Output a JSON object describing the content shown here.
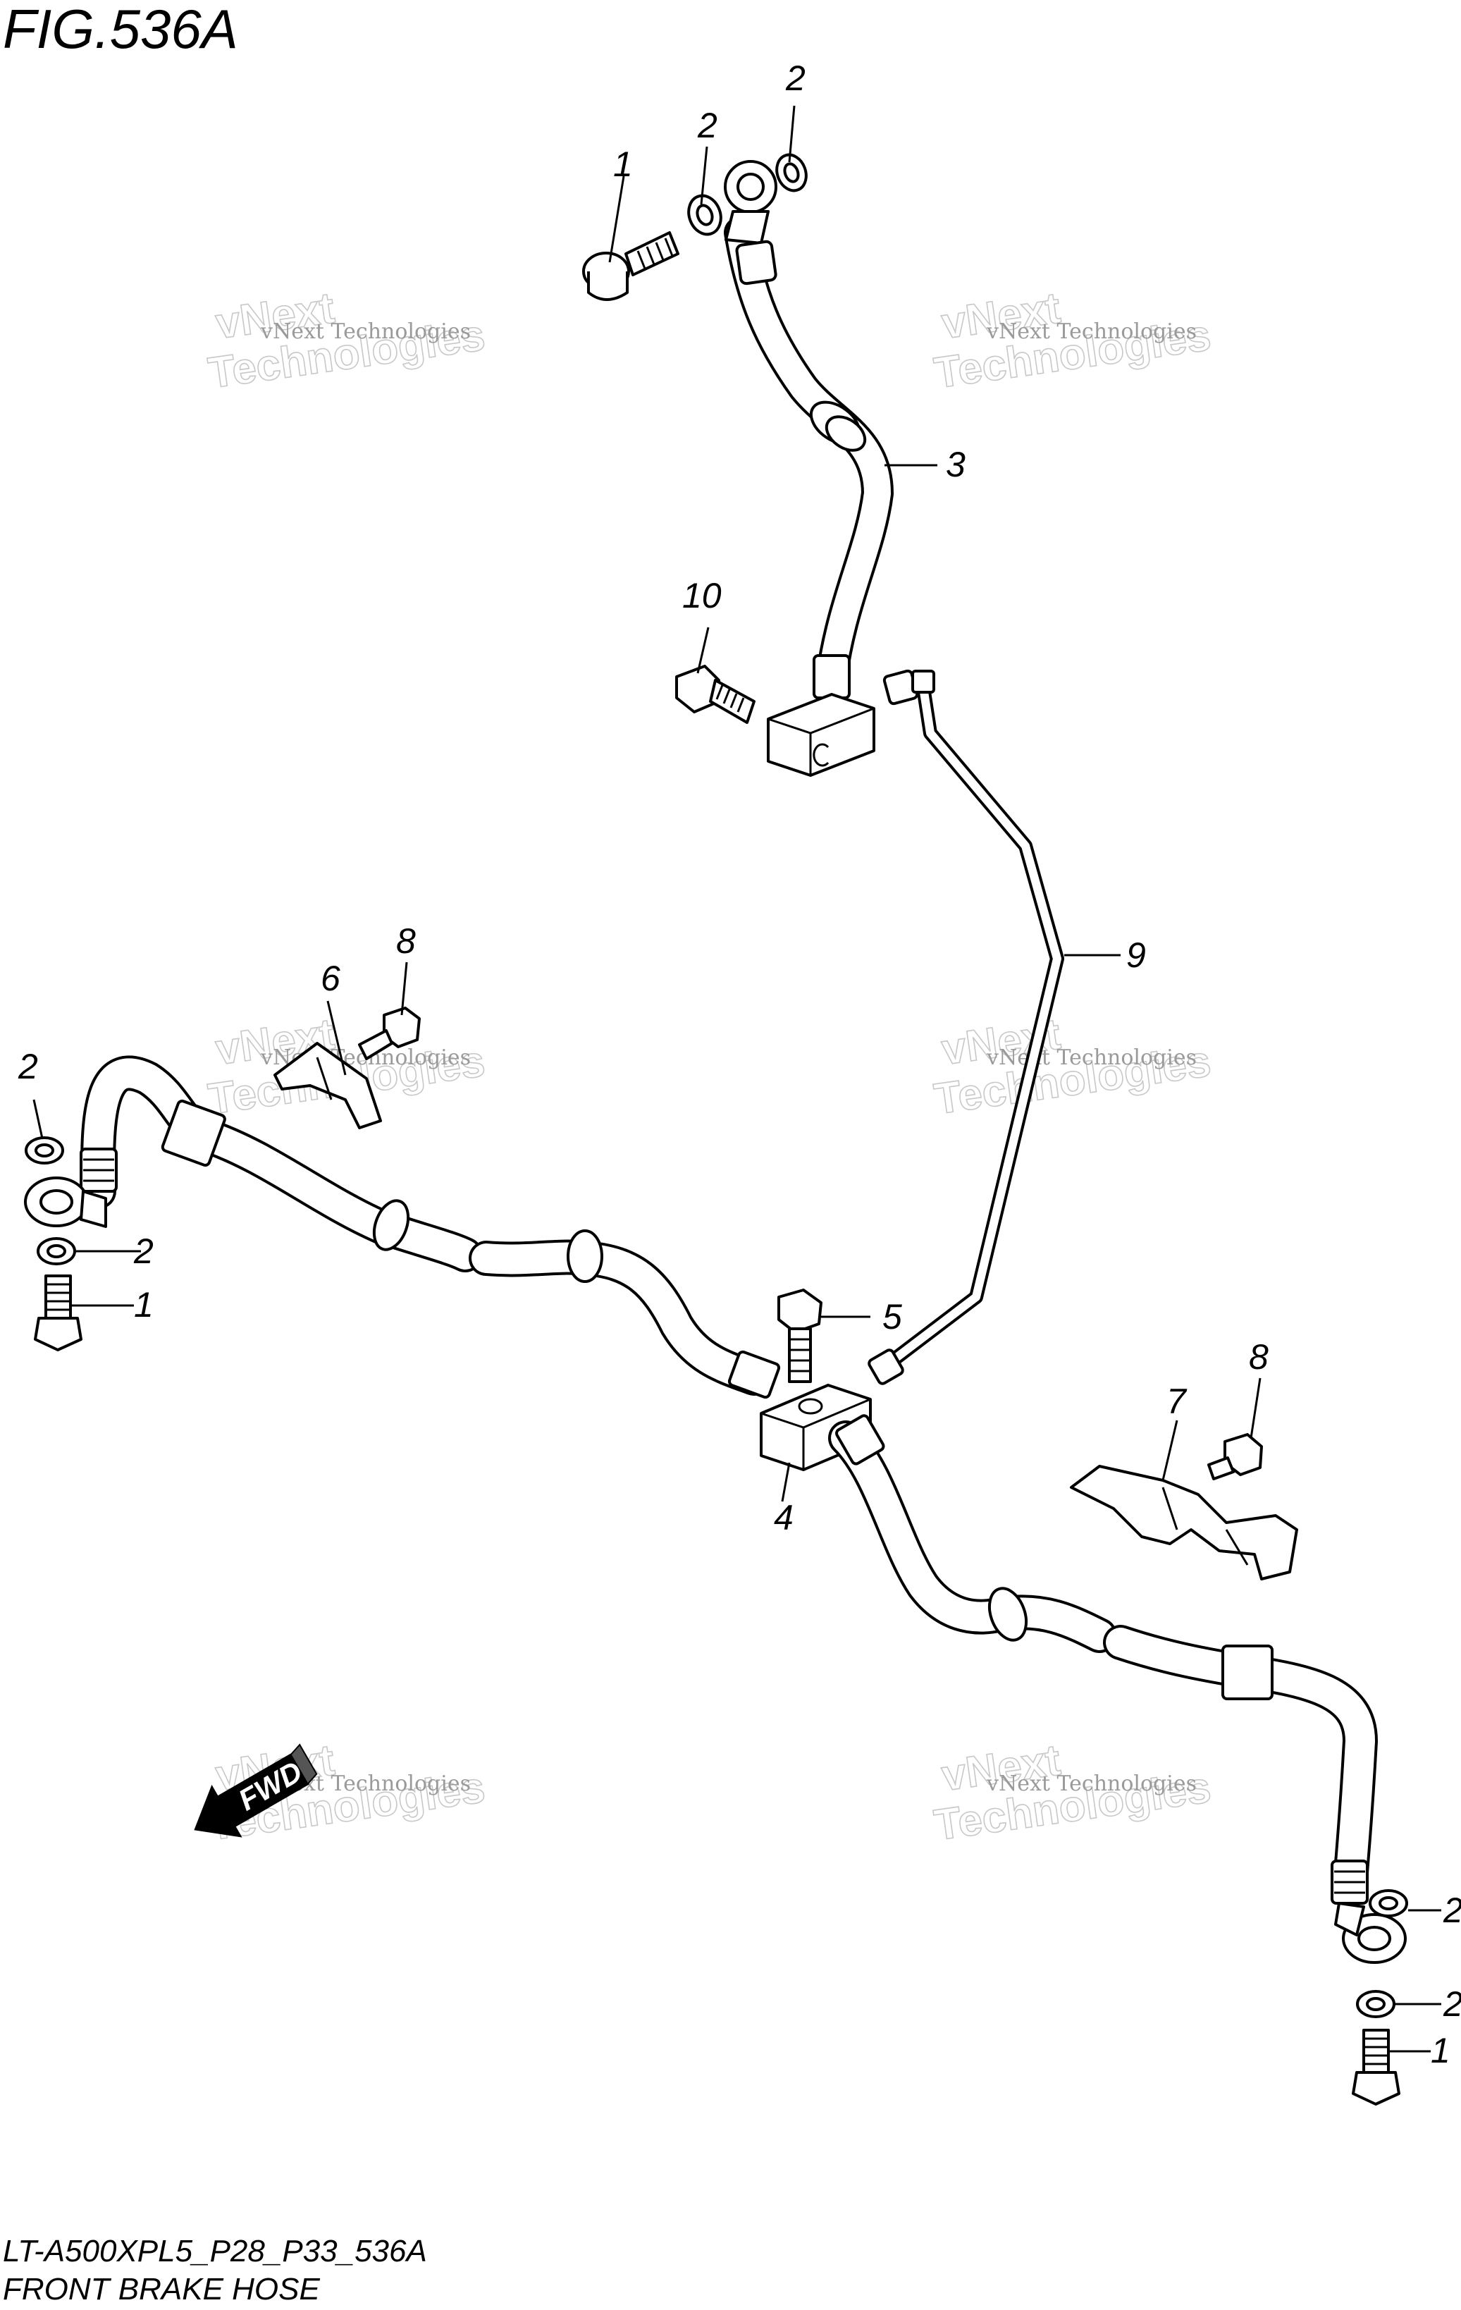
{
  "figure": {
    "title": "FIG.536A",
    "model_code": "LT-A500XPL5_P28_P33_536A",
    "caption": "FRONT BRAKE HOSE"
  },
  "direction_arrow": {
    "label": "FWD"
  },
  "watermark": {
    "line1": "vNext Technologies",
    "line2": "vNext",
    "line3": "Technologies"
  },
  "callouts": [
    {
      "id": "c1a",
      "text": "1"
    },
    {
      "id": "c2a",
      "text": "2"
    },
    {
      "id": "c2b",
      "text": "2"
    },
    {
      "id": "c3",
      "text": "3"
    },
    {
      "id": "c10",
      "text": "10"
    },
    {
      "id": "c6",
      "text": "6"
    },
    {
      "id": "c8a",
      "text": "8"
    },
    {
      "id": "c9",
      "text": "9"
    },
    {
      "id": "c2c",
      "text": "2"
    },
    {
      "id": "c2d",
      "text": "2"
    },
    {
      "id": "c1b",
      "text": "1"
    },
    {
      "id": "c5",
      "text": "5"
    },
    {
      "id": "c4",
      "text": "4"
    },
    {
      "id": "c7",
      "text": "7"
    },
    {
      "id": "c8b",
      "text": "8"
    },
    {
      "id": "c2e",
      "text": "2"
    },
    {
      "id": "c2f",
      "text": "2"
    },
    {
      "id": "c1c",
      "text": "1"
    }
  ]
}
